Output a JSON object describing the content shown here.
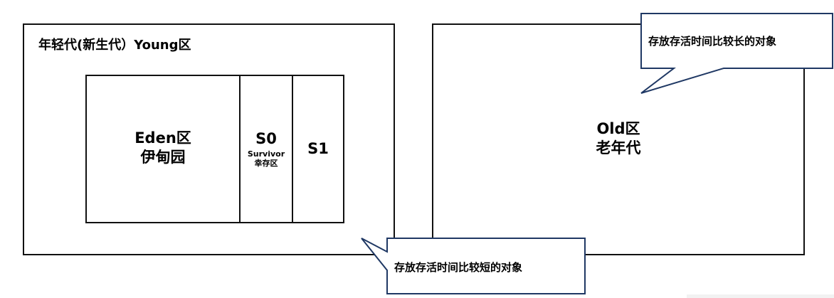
{
  "young_gen": {
    "title": "年轻代(新生代）Young区",
    "eden": {
      "line1": "Eden区",
      "line2": "伊甸园"
    },
    "s0": {
      "label": "S0",
      "sub1": "Survivor",
      "sub2": "幸存区"
    },
    "s1": {
      "label": "S1"
    }
  },
  "old_gen": {
    "line1": "Old区",
    "line2": "老年代"
  },
  "callouts": {
    "old_note": "存放存活时间比较长的对象",
    "young_note": "存放存活时间比较短的对象"
  },
  "colors": {
    "callout_border": "#1f3864",
    "box_border": "#111111"
  }
}
